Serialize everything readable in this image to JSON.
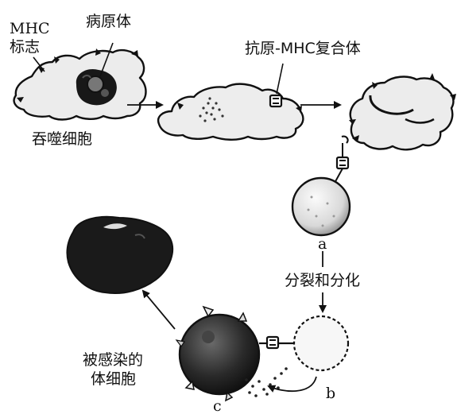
{
  "labels": {
    "mhc_marker_line1": "MHC",
    "mhc_marker_line2": "标志",
    "pathogen": "病原体",
    "antigen_mhc_complex": "抗原-MHC复合体",
    "macrophage": "吞噬细胞",
    "cell_a": "a",
    "divide_differentiate": "分裂和分化",
    "infected_cell_line1": "被感染的",
    "infected_cell_line2": "体细胞",
    "cell_b": "b",
    "cell_c": "c"
  },
  "colors": {
    "ink": "#111111",
    "background": "#ffffff",
    "cell_fill": "#f2f2f2",
    "dead_cell_fill": "#1a1a1a"
  }
}
